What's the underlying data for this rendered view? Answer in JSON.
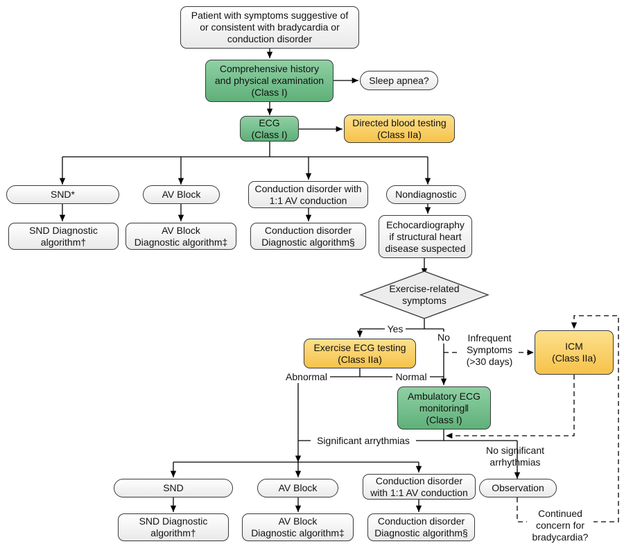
{
  "nodes": {
    "start": "Patient with symptoms suggestive of\nor consistent with bradycardia or\nconduction disorder",
    "history": "Comprehensive history\nand physical examination\n(Class I)",
    "sleep_apnea": "Sleep apnea?",
    "ecg": "ECG\n(Class I)",
    "blood_testing": "Directed blood testing\n(Class IIa)",
    "snd_top": "SND*",
    "av_block_top": "AV Block",
    "conduction_top": "Conduction disorder with\n1:1 AV conduction",
    "nondiagnostic": "Nondiagnostic",
    "snd_algo_top": "SND Diagnostic\nalgorithm†",
    "av_algo_top": "AV Block\nDiagnostic algorithm‡",
    "conduction_algo_top": "Conduction disorder\nDiagnostic algorithm§",
    "echo": "Echocardiography\nif structural heart\ndisease suspected",
    "exercise_symptoms": "Exercise-related\nsymptoms",
    "exercise_ecg": "Exercise ECG testing\n(Class IIa)",
    "icm": "ICM\n(Class IIa)",
    "ambulatory_ecg": "Ambulatory ECG\nmonitoring‖\n(Class I)",
    "snd_bottom": "SND",
    "av_block_bottom": "AV Block",
    "conduction_bottom": "Conduction disorder\nwith 1:1 AV conduction",
    "observation": "Observation",
    "snd_algo_bottom": "SND Diagnostic\nalgorithm†",
    "av_algo_bottom": "AV Block\nDiagnostic algorithm‡",
    "conduction_algo_bottom": "Conduction disorder\nDiagnostic algorithm§"
  },
  "edge_labels": {
    "yes": "Yes",
    "no": "No",
    "infrequent": "Infrequent\nSymptoms\n(>30 days)",
    "abnormal": "Abnormal",
    "normal": "Normal",
    "significant": "Significant arrythmias",
    "no_significant": "No significant\narrhythmias",
    "continued_concern": "Continued\nconcern for\nbradycardia?"
  },
  "colors": {
    "green": "#6dbb86",
    "yellow": "#f8cd5d",
    "grey": "#eeeeee",
    "line": "#000000"
  }
}
